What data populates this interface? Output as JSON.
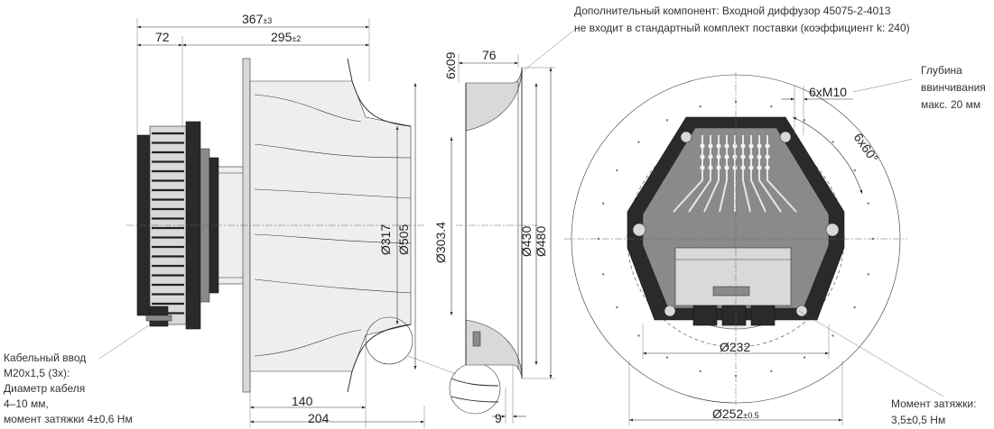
{
  "dimensions": {
    "overall_width": "367",
    "overall_width_tol": "±3",
    "motor_depth": "72",
    "impeller_width": "295",
    "impeller_width_tol": "±2",
    "inlet_span": "140",
    "bottom_span": "204",
    "diffuser_depth": "76",
    "flange_offset": "9",
    "holes_front": "6x09",
    "dia_317": "Ø317",
    "dia_505": "Ø505",
    "dia_303": "Ø303.4",
    "dia_430": "Ø430",
    "dia_480": "Ø480",
    "thread_holes": "6xM10",
    "angle": "6x60°",
    "dia_232": "Ø232",
    "dia_252": "Ø252",
    "dia_252_tol": "±0.5"
  },
  "notes": {
    "component_line1": "Дополнительный компонент: Входной диффузор 45075-2-4013",
    "component_line2": "не входит в стандартный комплект поставки (коэффициент k: 240)",
    "depth_line1": "Глубина",
    "depth_line2": "ввинчивания",
    "depth_line3": "макс. 20 мм",
    "cable_line1": "Кабельный ввод",
    "cable_line2": "M20x1,5 (3x):",
    "cable_line3": "Диаметр кабеля",
    "cable_line4": "4–10 мм,",
    "cable_line5": "момент затяжки 4±0,6 Нм",
    "torque_line1": "Момент затяжки:",
    "torque_line2": "3,5±0,5 Нм"
  }
}
